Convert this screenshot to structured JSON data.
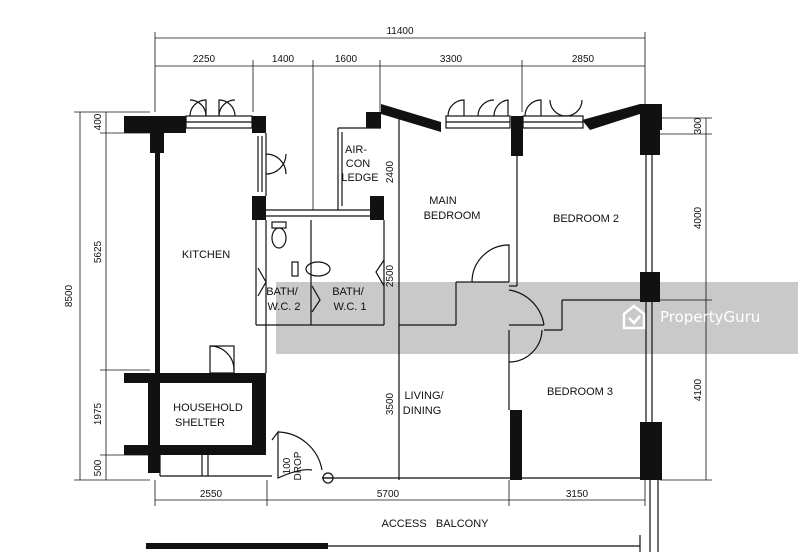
{
  "dimensions": {
    "total_width": "11400",
    "top": [
      "2250",
      "1400",
      "1600",
      "3300",
      "2850"
    ],
    "bottom": [
      "2550",
      "5700",
      "3150"
    ],
    "left_total": "8500",
    "left": [
      "400",
      "5625",
      "1975",
      "500"
    ],
    "right": [
      "300",
      "4000",
      "4100"
    ],
    "inner": [
      "2400",
      "2500",
      "3500",
      "100"
    ]
  },
  "rooms": {
    "kitchen": "KITCHEN",
    "household_shelter": [
      "HOUSEHOLD",
      "SHELTER"
    ],
    "bath2": [
      "BATH/",
      "W.C. 2"
    ],
    "bath1": [
      "BATH/",
      "W.C. 1"
    ],
    "aircon": [
      "AIR-",
      "CON",
      "LEDGE"
    ],
    "main_bedroom": [
      "MAIN",
      "BEDROOM"
    ],
    "bedroom2": "BEDROOM 2",
    "bedroom3": "BEDROOM 3",
    "living": [
      "LIVING/",
      "DINING"
    ],
    "drop": "DROP",
    "access_balcony": "ACCESS   BALCONY"
  },
  "watermark": "PropertyGuru",
  "colors": {
    "wall": "#111111",
    "band": "#bfbfbf",
    "watermark": "#ffffff"
  },
  "icons": [
    "propertyguru-logo-icon"
  ]
}
